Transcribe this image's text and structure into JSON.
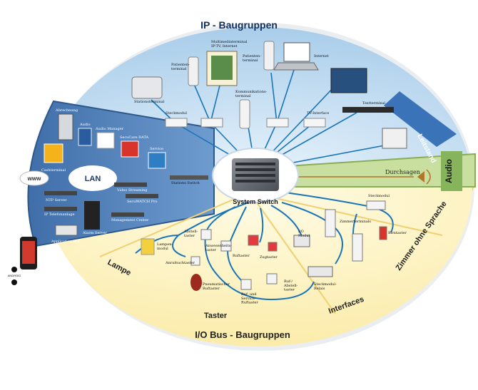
{
  "sections": {
    "ip": "IP - Baugruppen",
    "io": "I/O Bus - Baugruppen",
    "leitstand": "Leitstand",
    "audio": "Audio",
    "zimmer": "Zimmer ohne Sprache",
    "lampe": "Lampe",
    "taster": "Taster",
    "interfaces": "Interfaces",
    "lan": "LAN",
    "www": "www"
  },
  "center": {
    "label": "System Switch"
  },
  "durchsagen": "Durchsagen",
  "ip_devices": {
    "multimedia": "Multimediaterminal\nIP-TV, Internet",
    "patiententerminal_left": "Patienten-\nterminal",
    "patiententerminal_right": "Patienten-\nterminal",
    "internet": "Internet",
    "stationsterminal": "Stationsterminal",
    "kommunikation": "Kommunikations-\nterminal",
    "steckmodul_a": "Steckmodul",
    "tv_interface": "TV-Interface",
    "textterminal": "Textterminal"
  },
  "lan_devices": {
    "abrechnung": "Abrechnung",
    "audio": "Audio",
    "audio_manager": "Audio Manager",
    "securecare": "SecuCare DATA",
    "service": "Service",
    "cashterminal": "Cashterminal",
    "ntp": "NTP Server",
    "ip_telefon": "IP Telefonanlage",
    "alarm_server": "Alarm Server",
    "application_box": "Application Box",
    "video_streaming": "Video Streaming",
    "secuwatch": "SecuWATCH Pro",
    "management_center": "Management Center",
    "stations_switch": "Stations Switch"
  },
  "io_devices": {
    "lampenmodul": "Lampen-\nmodul",
    "abstelltaster": "Abstell-\ntaster",
    "anwesenheitstaster": "Anwesenheits-\ntaster",
    "ruftaster": "Ruftaster",
    "zugtaster": "Zugtaster",
    "io_modul": "I/O\nModul",
    "steckmodul_b": "Steckmodul",
    "zimmerterminals": "Zimmerterminals",
    "birntaster": "Birntaster",
    "anrufsuchtaster": "Anrufsuchtaster",
    "pneumatischer": "Pneumatischer\nRuftaster",
    "ruf_service": "Ruf- und\nService-\nRuftaster",
    "ruf_abstell": "Ruf-/\nAbstell-\ntaster",
    "steckmodul_relais": "Steckmodul-\nRelais"
  },
  "mobile": {
    "android": "ANDROID",
    "apple": ""
  },
  "colors": {
    "ip_blue": "#9ec7ea",
    "ip_ring": "#4d86c4",
    "lan_blue": "#4a78b2",
    "io_yellow": "#fff2b8",
    "io_ring": "#f2c84b",
    "audio_green": "#c8dfa0",
    "cable": "#1a75b8"
  }
}
